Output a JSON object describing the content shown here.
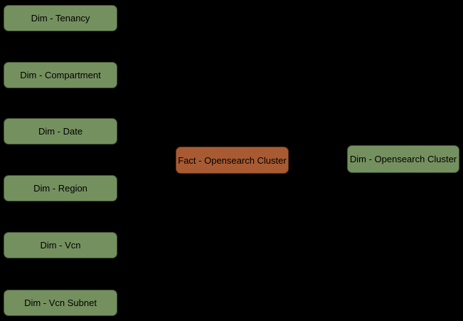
{
  "diagram": {
    "type": "star-schema",
    "background_color": "#000000",
    "text_color": "#000000",
    "dimension_style": {
      "fill": "#75905F",
      "border": "#3f5233"
    },
    "fact_style": {
      "fill": "#A85B32",
      "border": "#64351a"
    },
    "left_dimensions": [
      {
        "label": "Dim - Tenancy"
      },
      {
        "label": "Dim - Compartment"
      },
      {
        "label": "Dim - Date"
      },
      {
        "label": "Dim - Region"
      },
      {
        "label": "Dim - Vcn"
      },
      {
        "label": "Dim - Vcn Subnet"
      }
    ],
    "fact": {
      "label": "Fact - Opensearch Cluster"
    },
    "right_dimension": {
      "label": "Dim - Opensearch Cluster"
    }
  }
}
